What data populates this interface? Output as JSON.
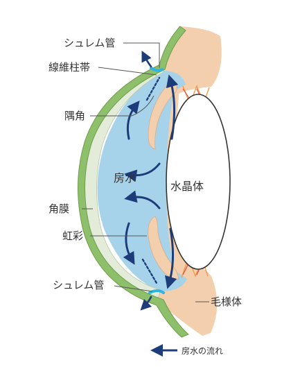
{
  "labels": {
    "schlemm_top": "シュレム管",
    "zonule": "線維柱帯",
    "angle": "隅角",
    "aqueous": "房水",
    "lens": "水晶体",
    "cornea": "角膜",
    "iris": "虹彩",
    "schlemm_bottom": "シュレム管",
    "ciliary": "毛様体"
  },
  "legend": {
    "label": "房水の流れ"
  },
  "colors": {
    "sclera_green": "#8ebf6a",
    "cornea_pale": "#e2ecd9",
    "aqueous_blue": "#a6d3ea",
    "tissue_peach": "#f3cfae",
    "arrow_navy": "#1d3c7a",
    "schlemm_cyan": "#2fb4e0",
    "fiber_orange": "#f39a4a",
    "fiber_red": "#e23a3a"
  }
}
